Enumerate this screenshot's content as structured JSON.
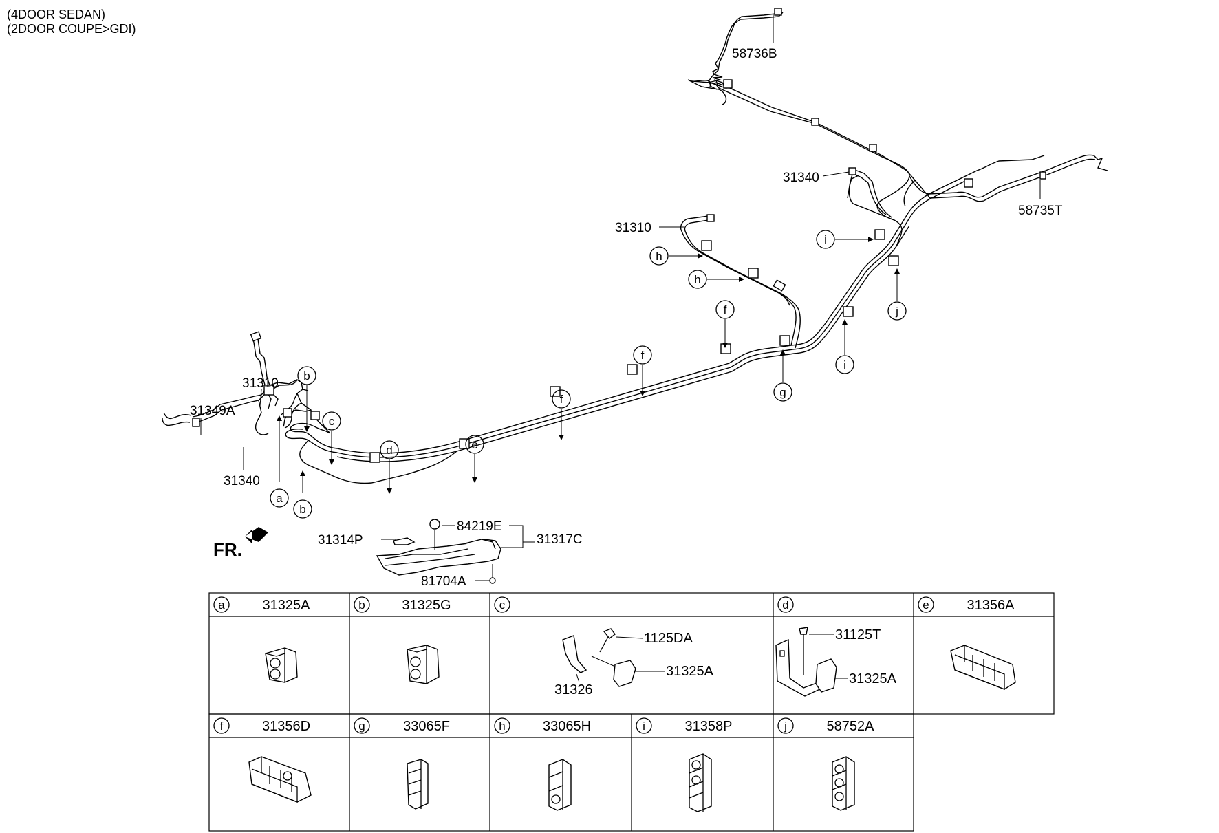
{
  "header": {
    "line1": "(4DOOR SEDAN)",
    "line2": "(2DOOR COUPE>GDI)"
  },
  "front_indicator": "FR.",
  "callouts": {
    "p58736B": "58736B",
    "p58735T": "58735T",
    "p31340_top": "31340",
    "p31310_top": "31310",
    "p31310_left": "31310",
    "p31349A": "31349A",
    "p31340_left": "31340",
    "p84219E": "84219E",
    "p31317C": "31317C",
    "p31314P": "31314P",
    "p81704A": "81704A"
  },
  "clip_markers": {
    "a": "a",
    "b": "b",
    "c": "c",
    "d": "d",
    "e": "e",
    "f": "f",
    "g": "g",
    "h": "h",
    "i": "i",
    "j": "j"
  },
  "parts_table": {
    "row1": [
      {
        "letter": "a",
        "part": "31325A"
      },
      {
        "letter": "b",
        "part": "31325G"
      },
      {
        "letter": "c",
        "part": ""
      },
      {
        "letter": "d",
        "part": ""
      },
      {
        "letter": "e",
        "part": "31356A"
      }
    ],
    "row2": [
      {
        "letter": "f",
        "part": "31356D"
      },
      {
        "letter": "g",
        "part": "33065F"
      },
      {
        "letter": "h",
        "part": "33065H"
      },
      {
        "letter": "i",
        "part": "31358P"
      },
      {
        "letter": "j",
        "part": "58752A"
      }
    ],
    "cell_c": {
      "bolt": "1125DA",
      "clip": "31325A",
      "bracket": "31326"
    },
    "cell_d": {
      "bolt": "31125T",
      "clip": "31325A"
    }
  }
}
